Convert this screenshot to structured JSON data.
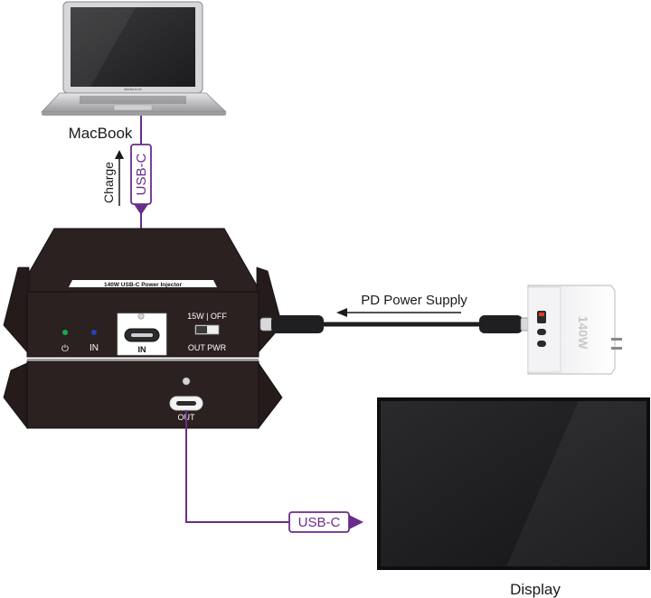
{
  "labels": {
    "macbook": "MacBook",
    "charge": "Charge",
    "usbc_top": "USB-C",
    "pd_power_supply": "PD Power Supply",
    "usbc_bottom": "USB-C",
    "display": "Display"
  },
  "laptop": {
    "brand_text": "MacBook Air"
  },
  "device": {
    "top_label": "140W USB-C Power Injector",
    "port_in_label": "IN",
    "led_power_label": "⏻",
    "led_in_label": "IN",
    "switch_label": "15W | OFF",
    "switch_caption": "OUT PWR",
    "port_out_label": "OUT"
  },
  "charger": {
    "rating_text": "140W"
  },
  "colors": {
    "cable_purple": "#6a2d8a",
    "device_body": "#2b2120",
    "led_green": "#1aa84a",
    "led_blue": "#2a3fb8",
    "screen": "#1d1d1f"
  }
}
